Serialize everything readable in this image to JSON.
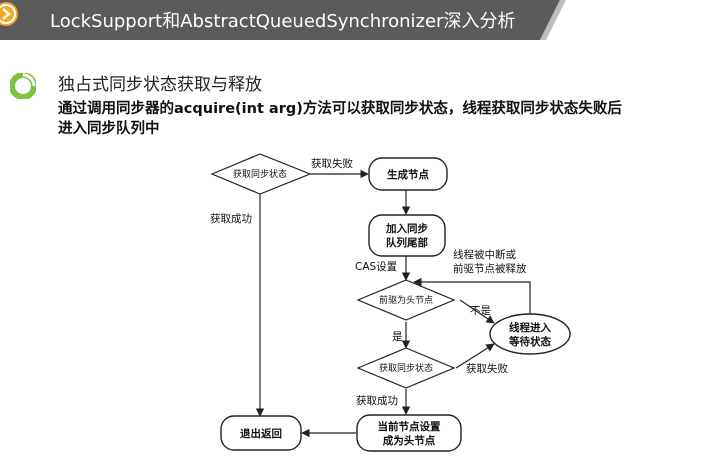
{
  "header": {
    "title": "LockSupport和AbstractQueuedSynchronizer深入分析",
    "colors": {
      "bar": "#5b5b5b",
      "accent": "#f5a623",
      "text": "#ffffff"
    }
  },
  "section": {
    "title": "独占式同步状态获取与释放",
    "desc_line1": "通过调用同步器的acquire(int arg)方法可以获取同步状态，线程获取同步状态失败后",
    "desc_line2": "进入同步队列中",
    "bullet_color": "#7cc243"
  },
  "flowchart": {
    "nodes": {
      "acquire1": "获取同步状态",
      "create_node": "生成节点",
      "enqueue_line1": "加入同步",
      "enqueue_line2": "队列尾部",
      "pred_head": "前驱为头节点",
      "acquire2": "获取同步状态",
      "wait_line1": "线程进入",
      "wait_line2": "等待状态",
      "set_head_line1": "当前节点设置",
      "set_head_line2": "成为头节点",
      "exit": "退出返回"
    },
    "edges": {
      "fail1": "获取失败",
      "success1": "获取成功",
      "cas": "CAS设置",
      "interrupt_line1": "线程被中断或",
      "interrupt_line2": "前驱节点被释放",
      "not_yes": "不是",
      "yes": "是",
      "fail2": "获取失败",
      "success2": "获取成功"
    }
  }
}
